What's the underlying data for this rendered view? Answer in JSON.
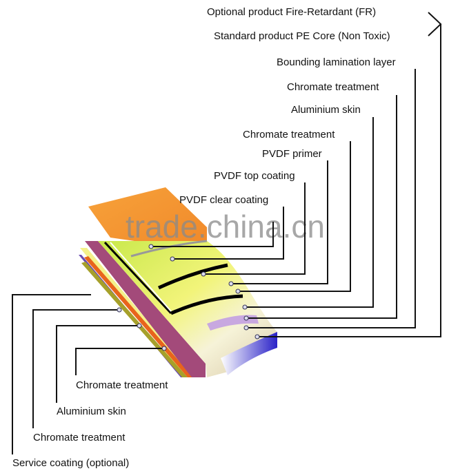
{
  "right_labels": [
    "Optional product Fire-Retardant  (FR)",
    "Standard product PE Core (Non Toxic)",
    "Bounding lamination layer",
    "Chromate treatment",
    "Aluminium skin",
    "Chromate treatment",
    "PVDF primer",
    "PVDF top coating",
    "PVDF clear coating"
  ],
  "left_labels": [
    "Chromate treatment",
    "Aluminium skin",
    "Chromate treatment",
    "Service coating (optional)"
  ],
  "watermark": "trade.china.cn"
}
